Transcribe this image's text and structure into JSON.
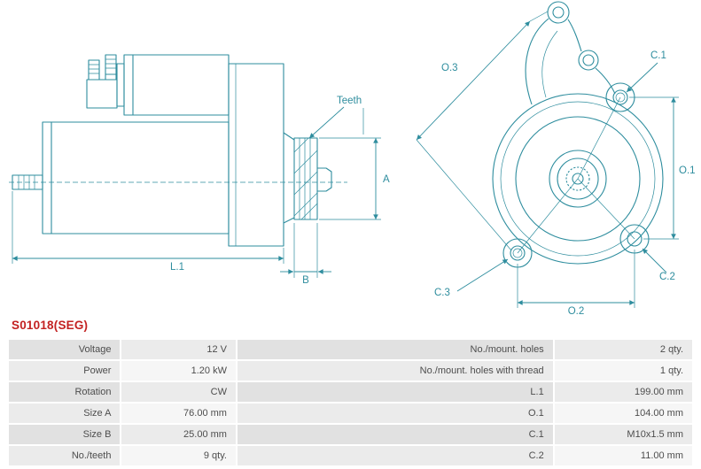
{
  "part_number": "S01018(SEG)",
  "colors": {
    "drawing": "#2e8d9e",
    "part_number": "#c32222"
  },
  "diagram": {
    "side": {
      "teeth": "Teeth",
      "dim_a": "A",
      "dim_l1": "L.1",
      "dim_b": "B"
    },
    "front": {
      "dim_o3": "O.3",
      "dim_c1": "C.1",
      "dim_o1": "O.1",
      "dim_c2": "C.2",
      "dim_c3": "C.3",
      "dim_o2": "O.2"
    }
  },
  "table": {
    "rows": [
      {
        "label_left": "Voltage",
        "value_left": "12 V",
        "label_right": "No./mount. holes",
        "value_right": "2 qty."
      },
      {
        "label_left": "Power",
        "value_left": "1.20 kW",
        "label_right": "No./mount. holes with thread",
        "value_right": "1 qty."
      },
      {
        "label_left": "Rotation",
        "value_left": "CW",
        "label_right": "L.1",
        "value_right": "199.00 mm"
      },
      {
        "label_left": "Size A",
        "value_left": "76.00 mm",
        "label_right": "O.1",
        "value_right": "104.00 mm"
      },
      {
        "label_left": "Size B",
        "value_left": "25.00 mm",
        "label_right": "C.1",
        "value_right": "M10x1.5 mm"
      },
      {
        "label_left": "No./teeth",
        "value_left": "9 qty.",
        "label_right": "C.2",
        "value_right": "11.00 mm"
      }
    ]
  }
}
